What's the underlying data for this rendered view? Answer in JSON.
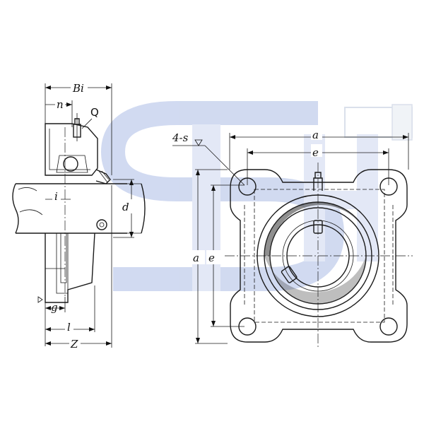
{
  "watermark": {
    "color": "#c9d4ee",
    "color_light": "#dfe5f5"
  },
  "side_view": {
    "labels": {
      "Bi": "Bi",
      "n": "n",
      "Q": "Q",
      "i": "i",
      "d": "d",
      "g": "g",
      "l": "l",
      "Z": "Z"
    }
  },
  "front_view": {
    "labels": {
      "bolt_spec": "4-s",
      "a_top": "a",
      "e_top": "e",
      "a_left": "a",
      "e_left": "e"
    }
  },
  "colors": {
    "line": "#1a1a1a",
    "hatch": "#444444"
  }
}
